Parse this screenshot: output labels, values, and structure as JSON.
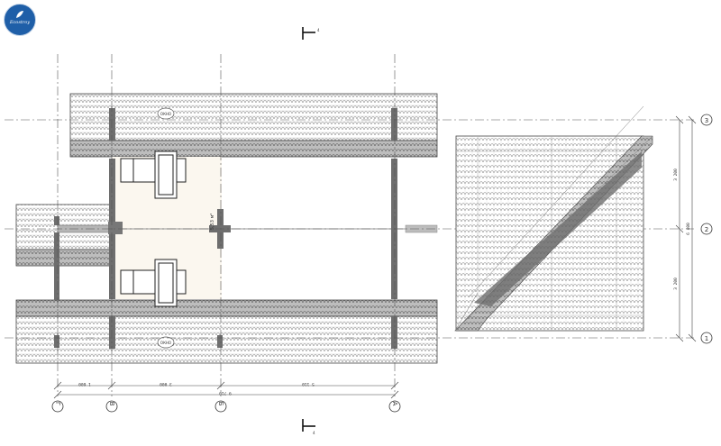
{
  "logo": {
    "text": "Ecostroy"
  },
  "section": {
    "top": "4",
    "bottom": "4"
  },
  "axes": {
    "columns": [
      "Г",
      "В",
      "Б",
      "А"
    ],
    "rows": [
      "3",
      "2",
      "1"
    ]
  },
  "dims": {
    "bottom_segments": [
      "1 600",
      "3 000",
      "5 110"
    ],
    "bottom_total": "9 710",
    "right_segments": [
      "3 200",
      "3 200"
    ],
    "right_total": "6 400"
  },
  "labels": {
    "area": "5,53 м²",
    "tag_top": "ОКНО",
    "tag_bottom": "ОКНО"
  },
  "colors": {
    "line": "#333333",
    "wall": "#6e6e6e",
    "hatch": "#9a9a9a",
    "room": "#fbf7ef",
    "logo": "#1f5fa8"
  }
}
